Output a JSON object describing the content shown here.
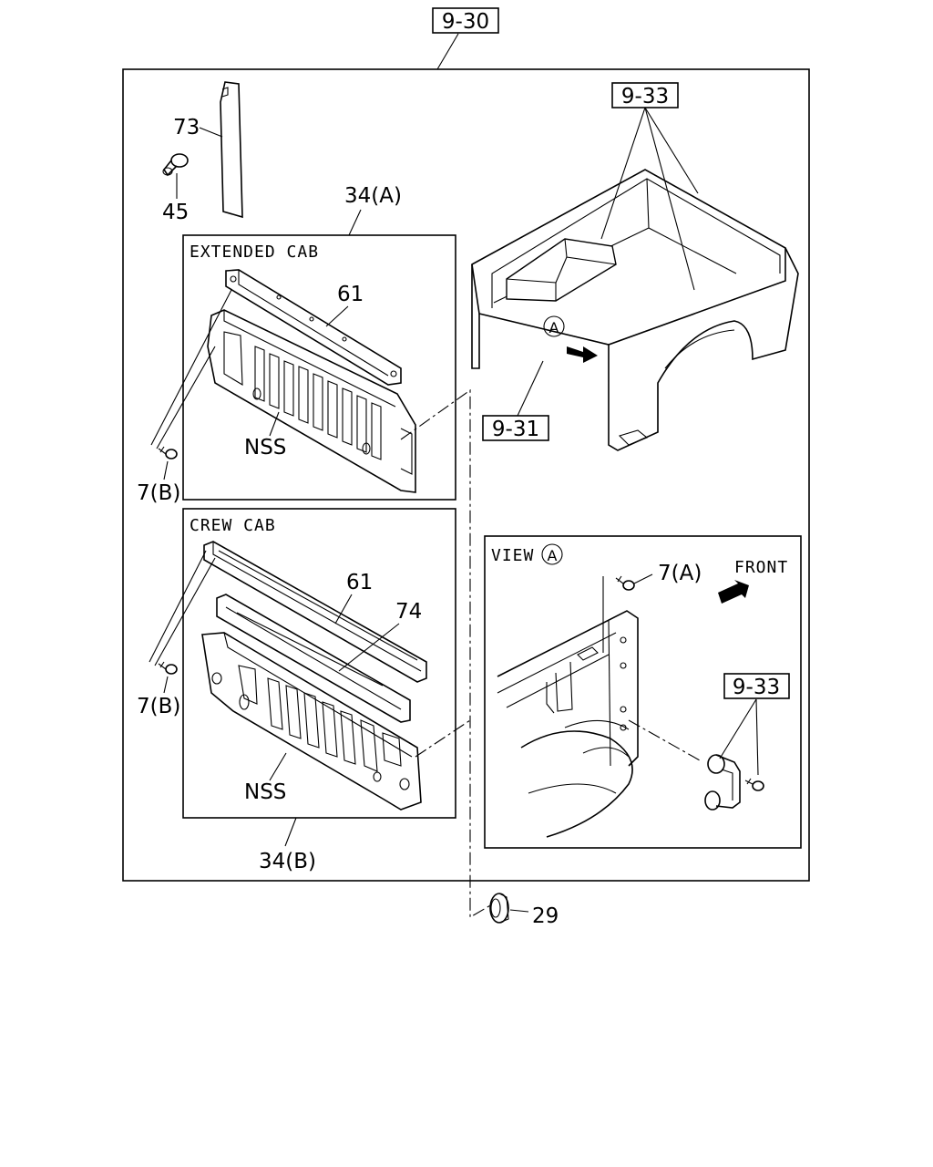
{
  "refs": {
    "main": "9-30",
    "bed_hooks": "9-33",
    "bed_body": "9-31",
    "view_hook": "9-33"
  },
  "labels": {
    "strip": "73",
    "clip": "45",
    "panel_a": "34(A)",
    "panel_b": "34(B)",
    "rail_ext": "61",
    "rail_crew": "61",
    "nss_ext": "NSS",
    "nss_crew": "NSS",
    "bolt_ext": "7(B)",
    "bolt_crew": "7(B)",
    "cover": "74",
    "view_bolt": "7(A)",
    "grommet": "29",
    "view_circle": "A",
    "view_circle_title": "A"
  },
  "captions": {
    "extended_cab": "EXTENDED CAB",
    "crew_cab": "CREW CAB",
    "view": "VIEW",
    "front": "FRONT"
  }
}
